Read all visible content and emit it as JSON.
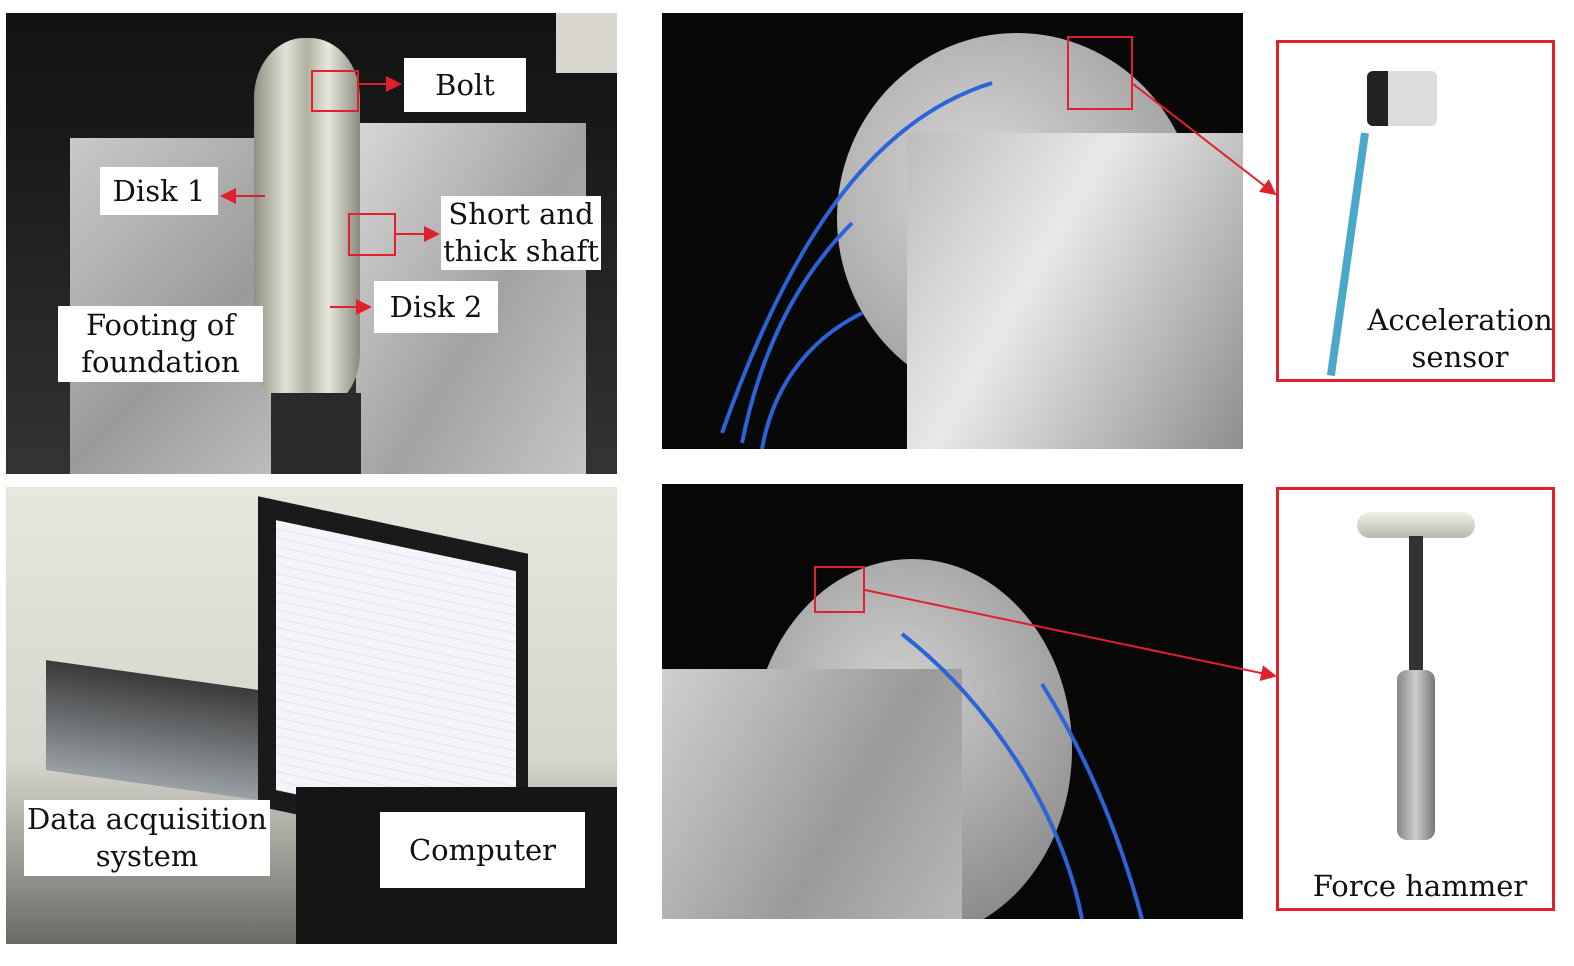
{
  "panels": {
    "rotor_test_rig": {
      "labels": {
        "bolt": "Bolt",
        "disk1": "Disk 1",
        "shaft_line1": "Short and",
        "shaft_line2": "thick shaft",
        "disk2": "Disk 2",
        "footing_line1": "Footing of",
        "footing_line2": "foundation"
      }
    },
    "acquisition_setup": {
      "labels": {
        "daq_line1": "Data acquisition",
        "daq_line2": "system",
        "computer": "Computer"
      }
    },
    "acceleration_sensor_inset": {
      "label_line1": "Acceleration",
      "label_line2": "sensor"
    },
    "force_hammer_inset": {
      "label": "Force hammer"
    }
  },
  "colors": {
    "annotation_red": "#e0202a"
  }
}
